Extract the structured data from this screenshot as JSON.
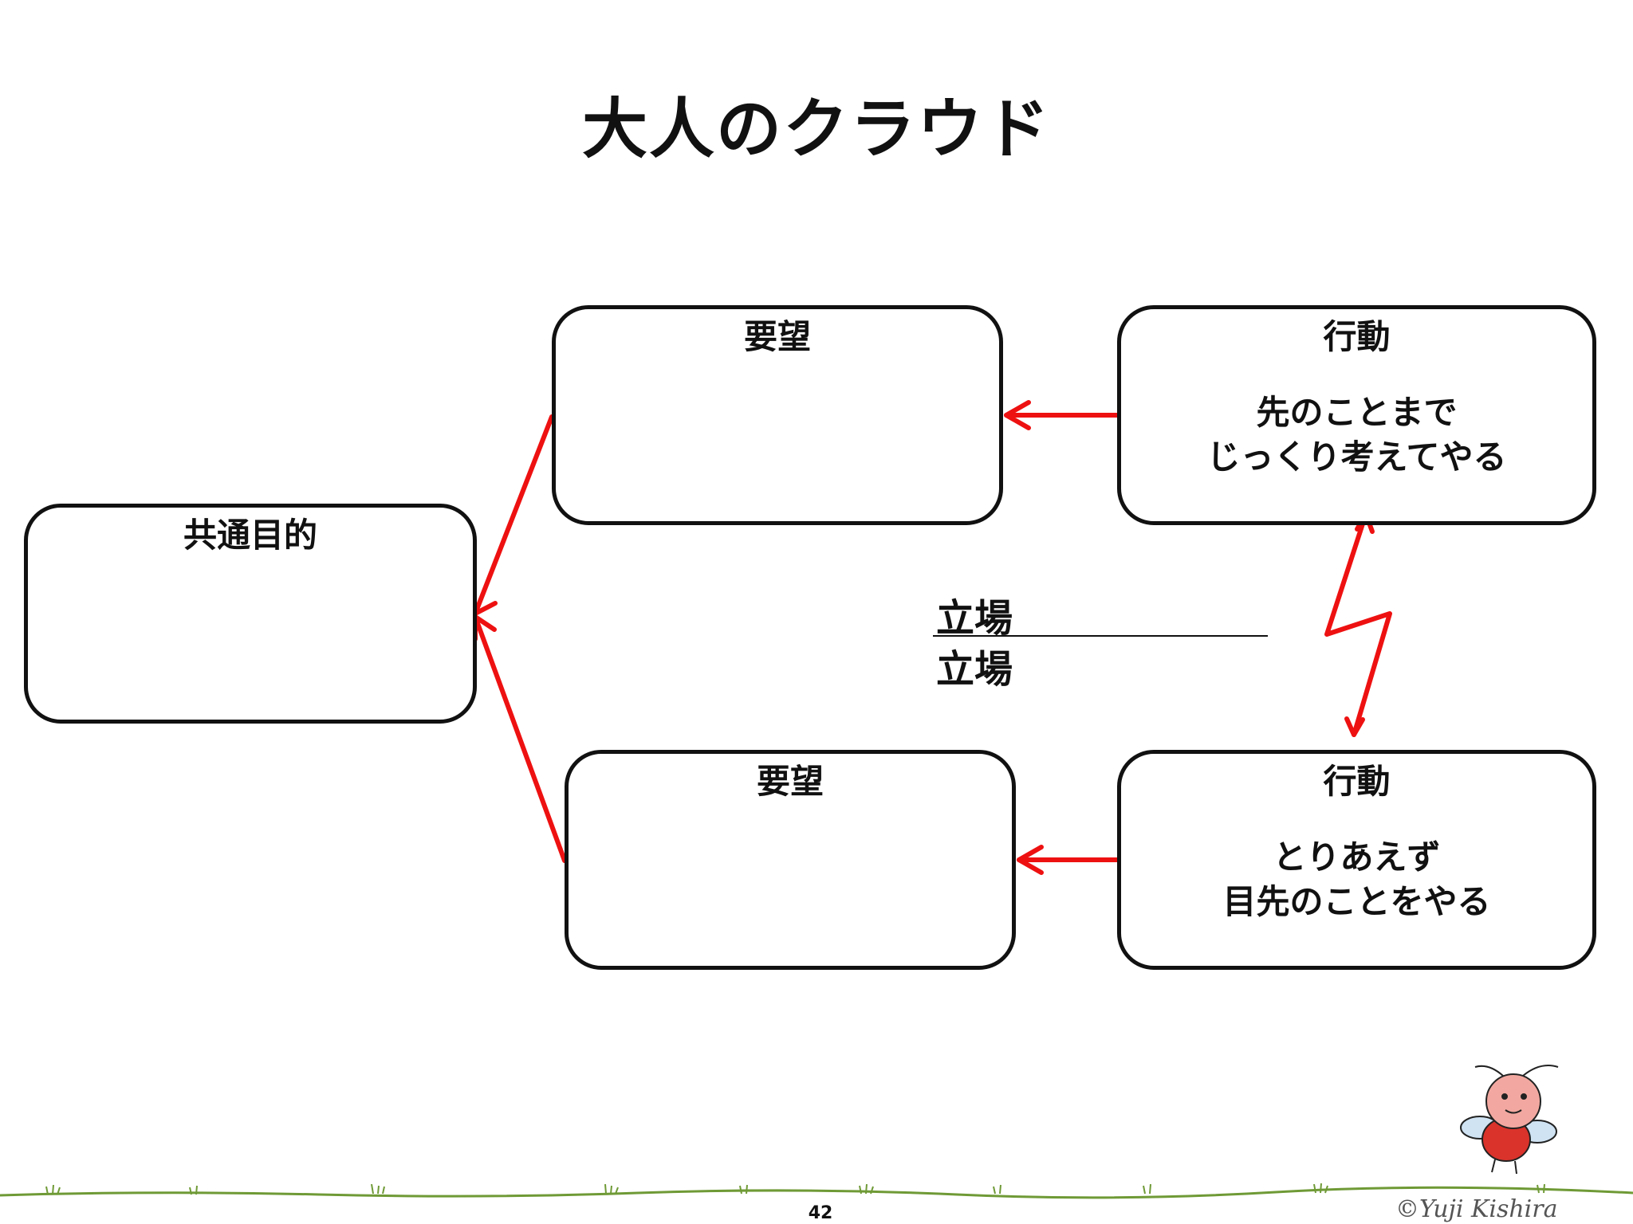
{
  "title": "大人のクラウド",
  "goal": {
    "heading": "共通目的"
  },
  "requirement_top": {
    "heading": "要望"
  },
  "requirement_bottom": {
    "heading": "要望"
  },
  "action_top": {
    "heading": "行動",
    "lines": [
      "先のことまで",
      "じっくり考えてやる"
    ]
  },
  "action_bottom": {
    "heading": "行動",
    "lines": [
      "とりあえず",
      "目先のことをやる"
    ]
  },
  "stance": {
    "top": "立場",
    "bottom": "立場"
  },
  "page_number": "42",
  "credit": "©Yuji Kishira",
  "colors": {
    "arrow": "#ee1111",
    "border": "#111111",
    "grass": "#6f9a36"
  }
}
